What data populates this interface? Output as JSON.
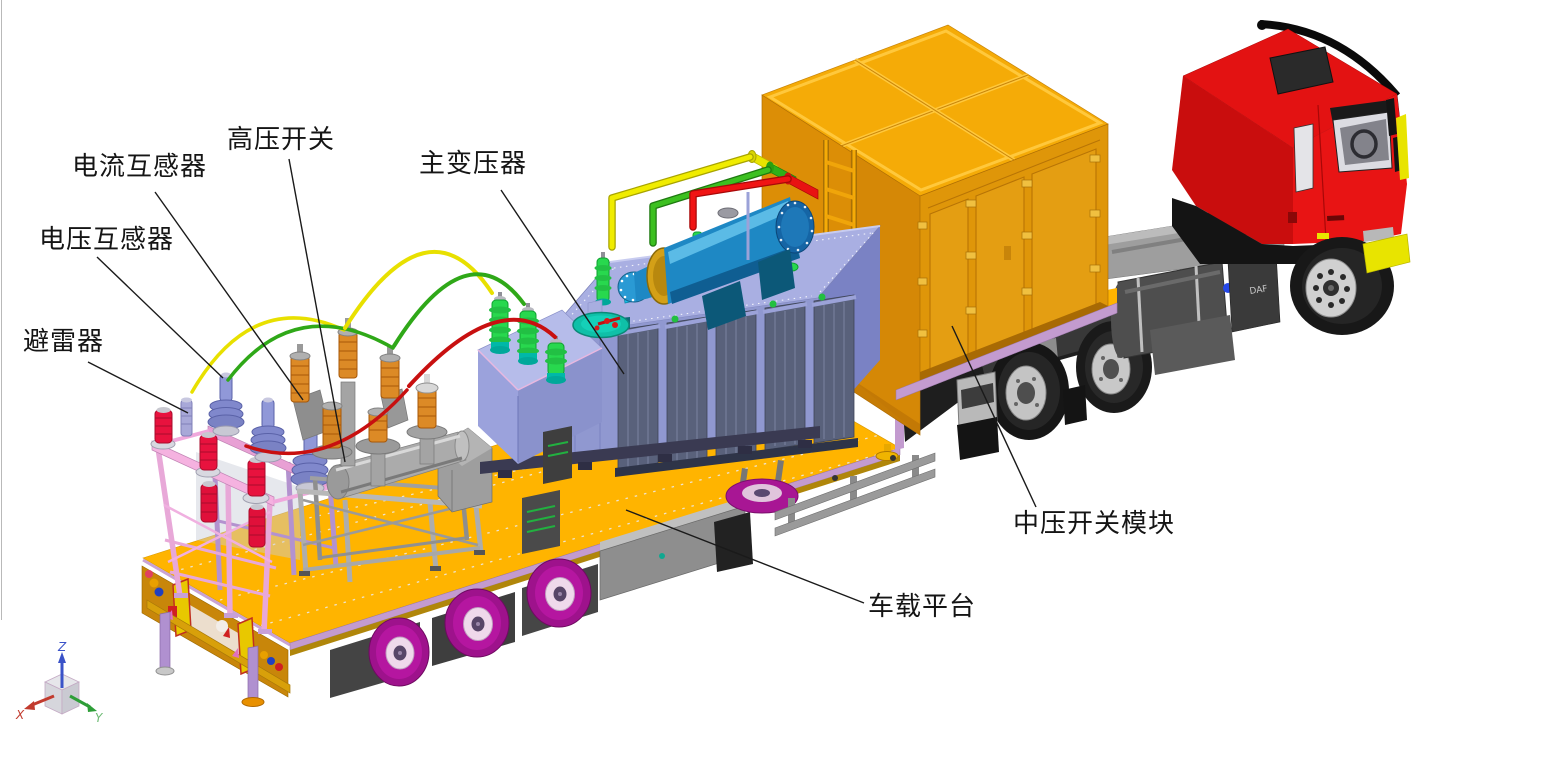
{
  "annotations": [
    {
      "id": "current-transformer",
      "text": "电流互感器"
    },
    {
      "id": "high-voltage-switch",
      "text": "高压开关"
    },
    {
      "id": "voltage-transformer",
      "text": "电压互感器"
    },
    {
      "id": "lightning-arrester",
      "text": "避雷器"
    },
    {
      "id": "main-transformer",
      "text": "主变压器"
    },
    {
      "id": "medium-voltage-switch-module",
      "text": "中压开关模块"
    },
    {
      "id": "vehicle-platform",
      "text": "车载平台"
    }
  ],
  "axis_triad": {
    "x_label": "X",
    "y_label": "Y",
    "z_label": "Z",
    "x_color": "#c23b2e",
    "y_color": "#2e9e38",
    "z_color": "#3a52c8"
  },
  "truck": {
    "brand_text": "DAF"
  },
  "colors": {
    "platform_yellow": "#FFB400",
    "trim_lavender": "#C39BCF",
    "container_orange": "#DC8E06",
    "transformer_lavender": "#9BA2D8",
    "bushing_green": "#28D84E",
    "cooler_blue": "#1E88C4",
    "cab_red": "#E31212",
    "wheel_magenta": "#B516A0",
    "arrester_red": "#E8123E",
    "vt_purple": "#8088D0",
    "ct_orange": "#DC8A26",
    "cable_yellow": "#E8E000",
    "cable_green": "#2FA818",
    "cable_red": "#C81010"
  }
}
